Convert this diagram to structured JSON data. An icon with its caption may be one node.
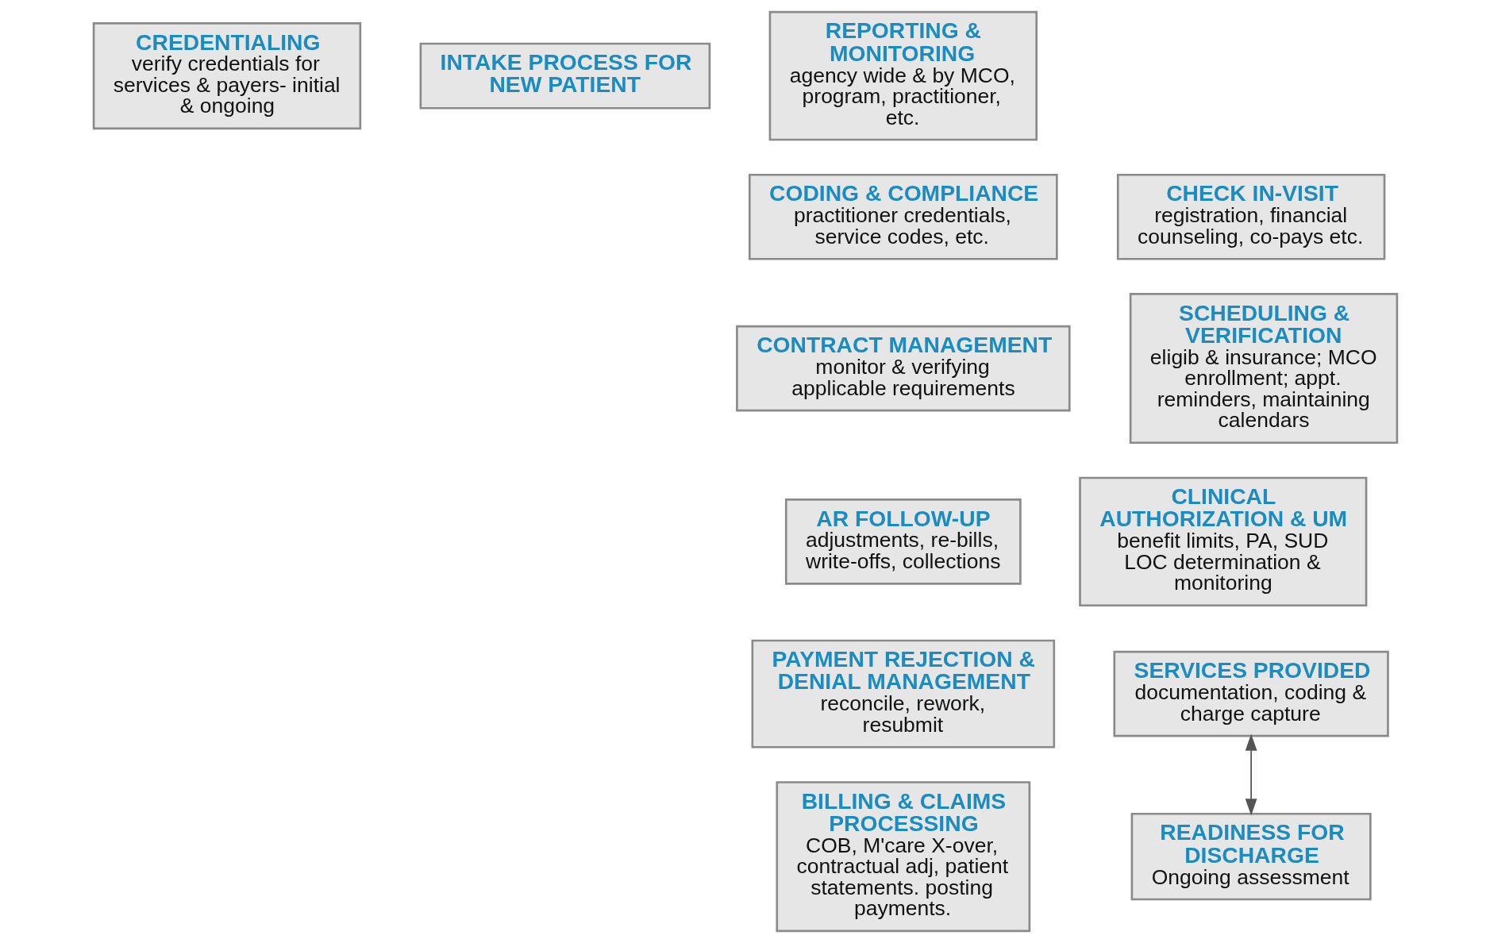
{
  "diagram": {
    "nodes": [
      {
        "text": [
          "CREDENTIALING",
          "verify credentials for services & payers- initial & ongoing"
        ]
      },
      {
        "text": [
          "INTAKE PROCESS FOR NEW PATIENT"
        ]
      },
      {
        "text": [
          "REPORTING & MONITORING",
          "agency wide & by MCO, program, practitioner, etc."
        ]
      },
      {
        "text": [
          "CHECK IN-VISIT",
          "registration, financial counseling, co-pays etc."
        ]
      },
      {
        "text": [
          "CODING & COMPLIANCE",
          "practitioner credentials, service codes, etc."
        ]
      },
      {
        "text": [
          "SCHEDULING & VERIFICATION",
          "eligib & insurance; MCO enrollment; appt. reminders, maintaining calendars"
        ]
      },
      {
        "text": [
          "CONTRACT MANAGEMENT",
          "monitor & verifying applicable requirements"
        ]
      },
      {
        "text": [
          "CLINICAL AUTHORIZATION & UM",
          "benefit limits, PA, SUD LOC determination & monitoring"
        ]
      },
      {
        "text": [
          "AR FOLLOW-UP",
          "adjustments, re-bills, write-offs, collections"
        ]
      },
      {
        "text": [
          "SERVICES PROVIDED",
          "documentation, coding & charge capture"
        ]
      },
      {
        "text": [
          "PAYMENT REJECTION & DENIAL MANAGEMENT",
          "reconcile, rework, resubmit"
        ]
      },
      {
        "text": [
          "BILLING & CLAIMS PROCESSING",
          "COB, M'care X-over, contractual adj, patient statements. posting payments."
        ]
      },
      {
        "text": [
          "READINESS FOR DISCHARGE",
          "Ongoing assessment"
        ]
      }
    ],
    "edges": [
      {
        "from": 9,
        "to": 12,
        "arrow": "both"
      }
    ]
  }
}
